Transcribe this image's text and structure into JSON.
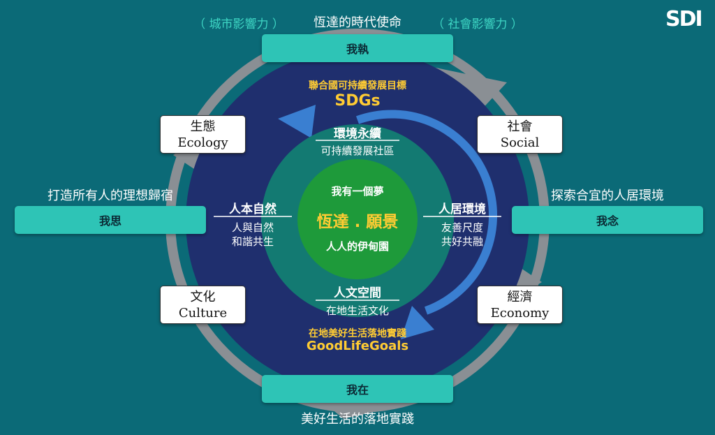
{
  "header": {
    "left_paren": "（ 城市影響力 ）",
    "center": "恆達的時代使命",
    "right_paren": "（ 社會影響力 ）",
    "logo": "SDI"
  },
  "pills": {
    "top": "我執",
    "bottom": "我在",
    "left": "我思",
    "right": "我念"
  },
  "captions": {
    "left": "打造所有人的理想歸宿",
    "right": "探索合宜的人居環境",
    "bottom": "美好生活的落地實踐"
  },
  "boxes": {
    "ecology": {
      "zh": "生態",
      "en": "Ecology"
    },
    "social": {
      "zh": "社會",
      "en": "Social"
    },
    "culture": {
      "zh": "文化",
      "en": "Culture"
    },
    "economy": {
      "zh": "經濟",
      "en": "Economy"
    }
  },
  "ring_outer": {
    "top_line1": "聯合國可持續發展目標",
    "top_line2": "SDGs",
    "bottom_line1": "在地美好生活落地實踐",
    "bottom_line2": "GoodLifeGoals"
  },
  "segments": {
    "top": {
      "title": "環境永續",
      "sub": "可持續發展社區"
    },
    "left": {
      "title": "人本自然",
      "sub1": "人與自然",
      "sub2": "和諧共生"
    },
    "right": {
      "title": "人居環境",
      "sub1": "友善尺度",
      "sub2": "共好共融"
    },
    "bottom": {
      "title": "人文空間",
      "sub": "在地生活文化"
    }
  },
  "center": {
    "line1": "我有一個夢",
    "line2": "恆達 . 願景",
    "line3": "人人的伊甸園"
  },
  "colors": {
    "background": "#0b6a77",
    "outer_ring": "#1f2f6e",
    "inner_ring": "#137a72",
    "center": "#1e9a3a",
    "pill": "#2ec4b6",
    "gold": "#ffcc33"
  }
}
